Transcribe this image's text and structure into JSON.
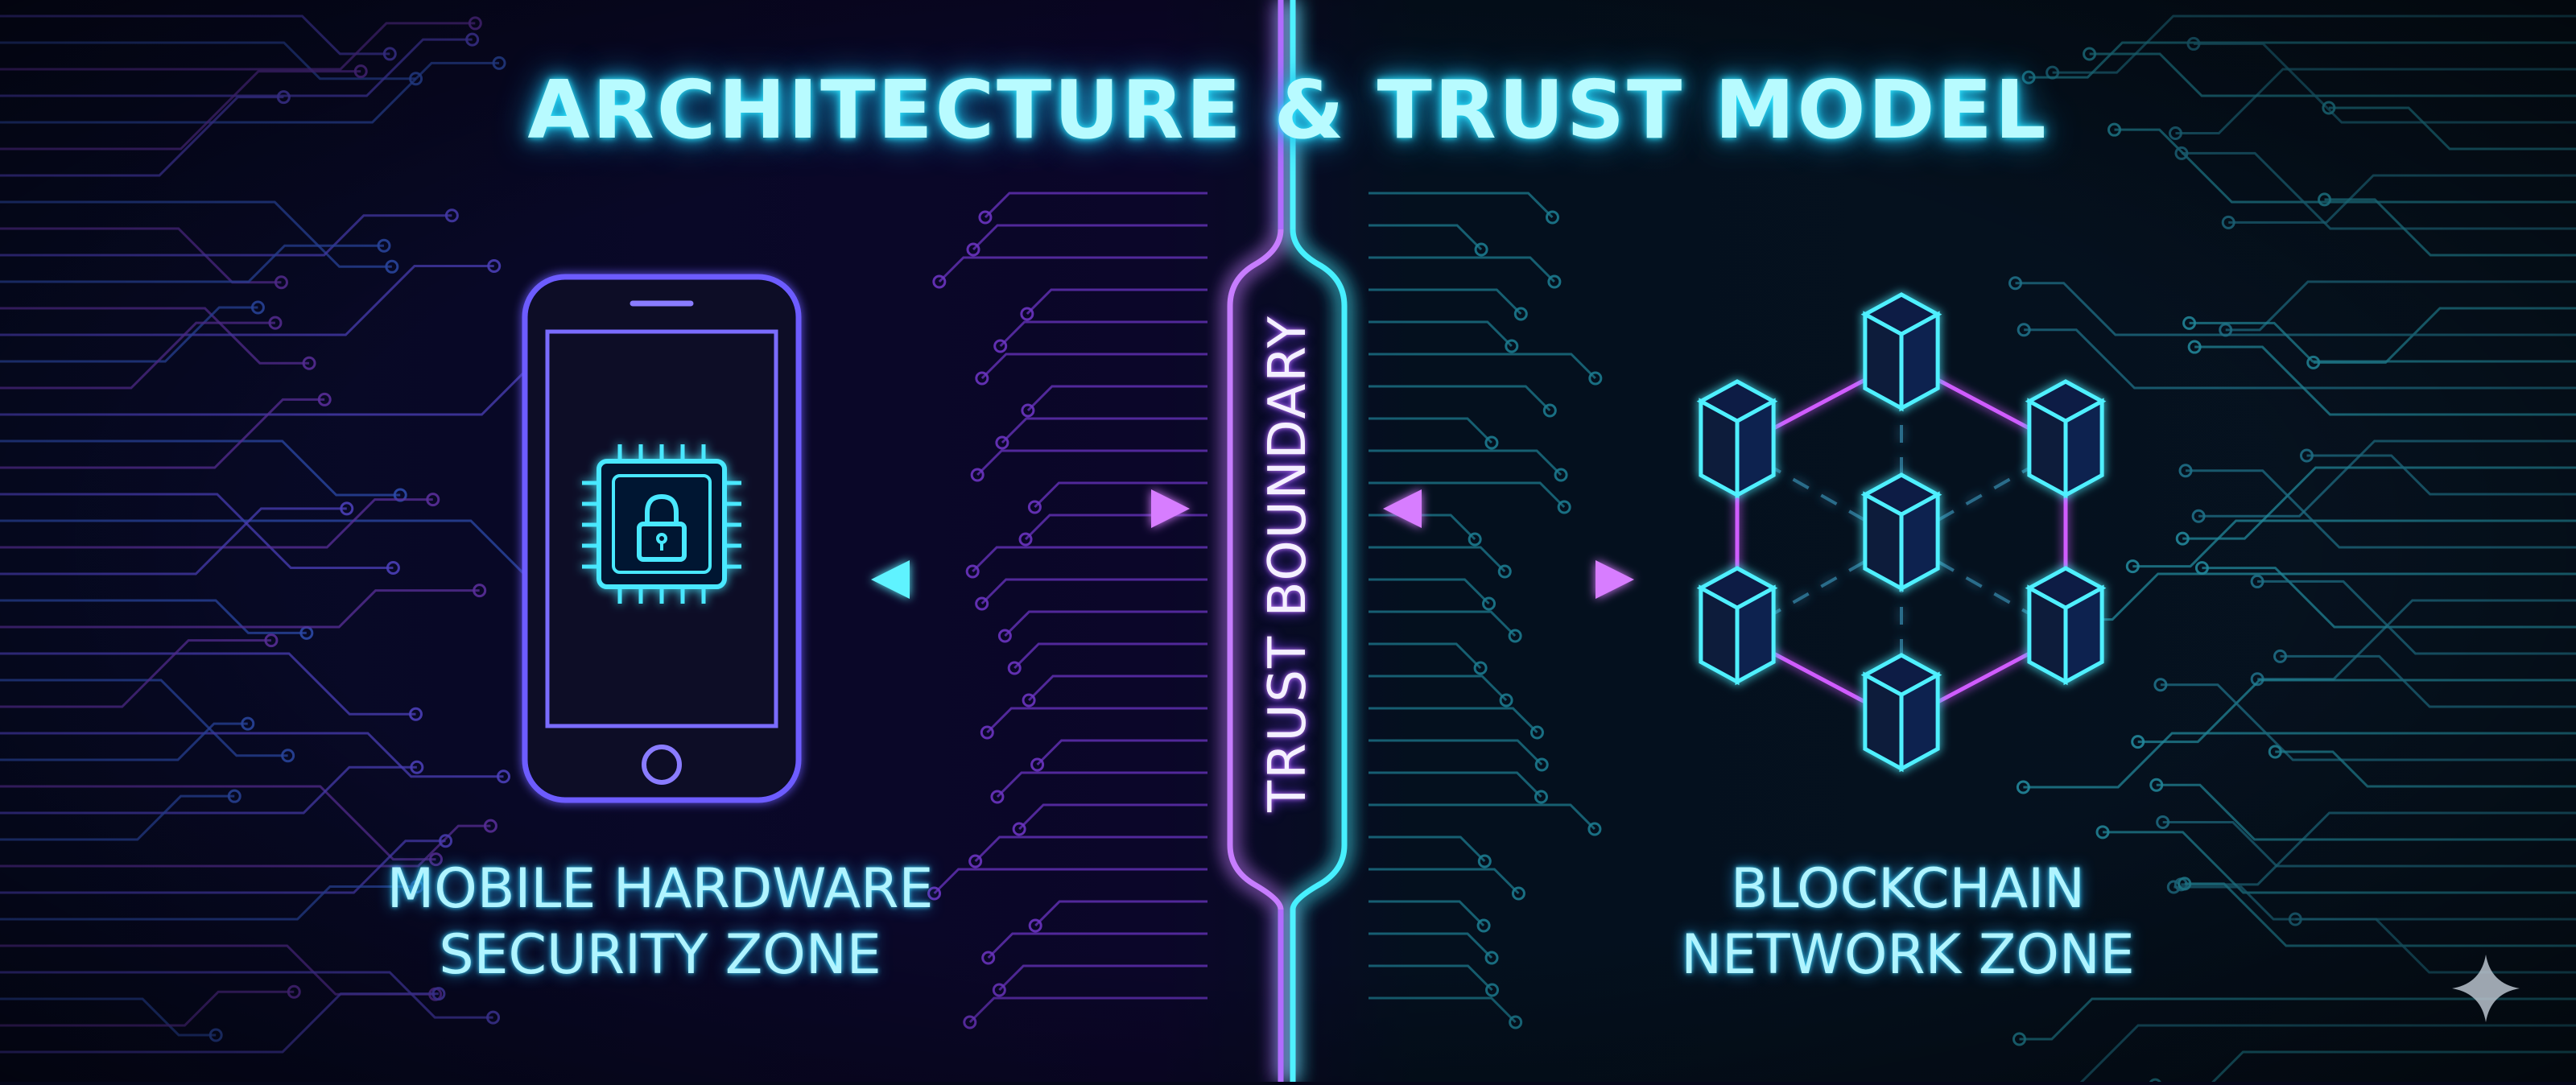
{
  "title": "ARCHITECTURE & TRUST MODEL",
  "boundary_label": "TRUST BOUNDARY",
  "zones": {
    "left": {
      "line1": "MOBILE HARDWARE",
      "line2": "SECURITY ZONE"
    },
    "right": {
      "line1": "BLOCKCHAIN",
      "line2": "NETWORK ZONE"
    }
  },
  "icons": {
    "left": "smartphone-secure-chip-lock-icon",
    "right": "blockchain-network-cubes-icon",
    "corner": "sparkle-icon"
  },
  "colors": {
    "background": "#05071a",
    "cyan": "#46f0ff",
    "purple": "#c77dff",
    "blue": "#5b6bff",
    "magenta": "#e060ff"
  }
}
